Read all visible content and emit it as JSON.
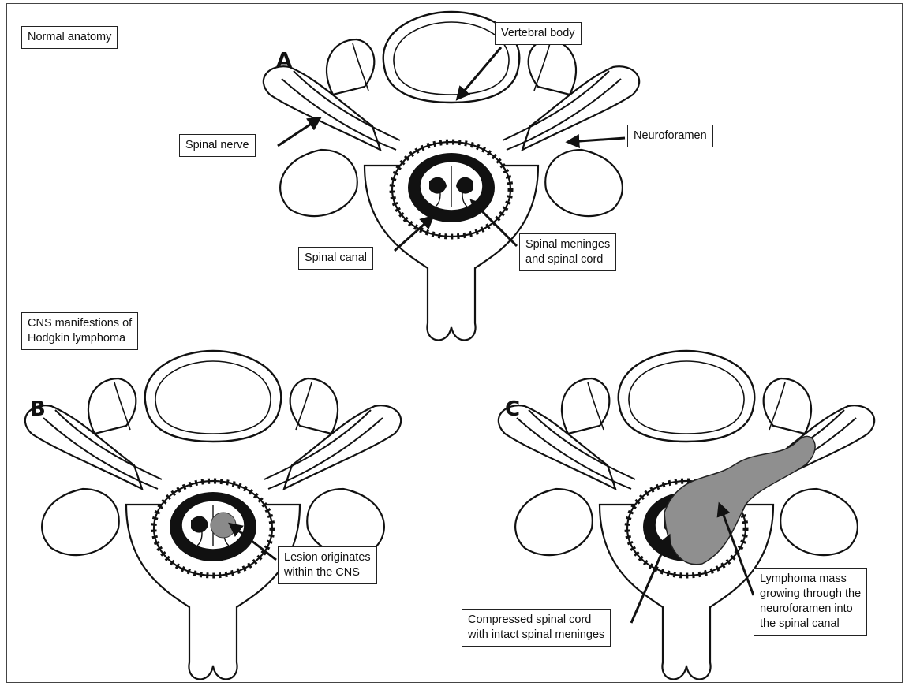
{
  "headings": {
    "normal": "Normal anatomy",
    "cns": "CNS manifestions of\nHodgkin lymphoma"
  },
  "panels": {
    "a": "A",
    "b": "B",
    "c": "C"
  },
  "labels": {
    "vertebral_body": "Vertebral body",
    "spinal_nerve": "Spinal nerve",
    "neuroforamen": "Neuroforamen",
    "spinal_canal": "Spinal canal",
    "meninges_cord": "Spinal meninges\nand spinal cord",
    "lesion_cns": "Lesion originates\nwithin the CNS",
    "compressed_cord": "Compressed spinal cord\nwith intact spinal meninges",
    "lymphoma_mass": "Lymphoma mass\ngrowing through the\nneuroforamen into\nthe spinal canal"
  },
  "colors": {
    "lesion": "#8a8a8a",
    "mass": "#8f8f8f",
    "ink": "#111111"
  }
}
